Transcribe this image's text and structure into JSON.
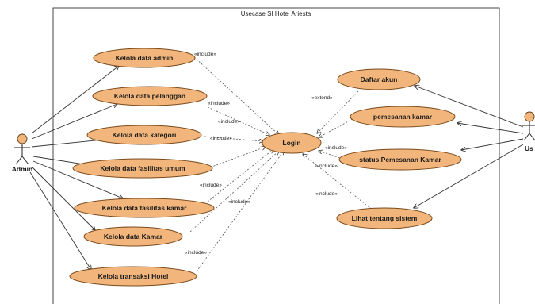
{
  "system": {
    "title": "Usecase SI Hotel Ariesta"
  },
  "actors": {
    "admin": {
      "label": "Admin"
    },
    "user": {
      "label": "Us"
    }
  },
  "usecases": {
    "kelola_admin": "Kelola data admin",
    "kelola_pelanggan": "Kelola data pelanggan",
    "kelola_kategori": "Kelola data kategori",
    "kelola_fasilitas_umum": "Kelola data fasilitas umum",
    "kelola_fasilitas_kamar": "Kelola data fasilitas kamar",
    "kelola_kamar": "Kelola data Kamar",
    "kelola_transaksi": "Kelola transaksi Hotel",
    "login": "Login",
    "daftar_akun": "Daftar akun",
    "pemesanan_kamar": "pemesanan kamar",
    "status_pemesanan": "status Pemesanan Kamar",
    "lihat_sistem": "Lihat tentang sistem"
  },
  "stereotypes": {
    "s1": "«include»",
    "s2": "«include»",
    "s3": "«include»",
    "s4": "«include»",
    "s5": "«include»",
    "s6": "«include»",
    "s7": "«include»",
    "s8": "«extend»",
    "s9": "«include»",
    "s10": "«include»",
    "s11": "«include»"
  }
}
